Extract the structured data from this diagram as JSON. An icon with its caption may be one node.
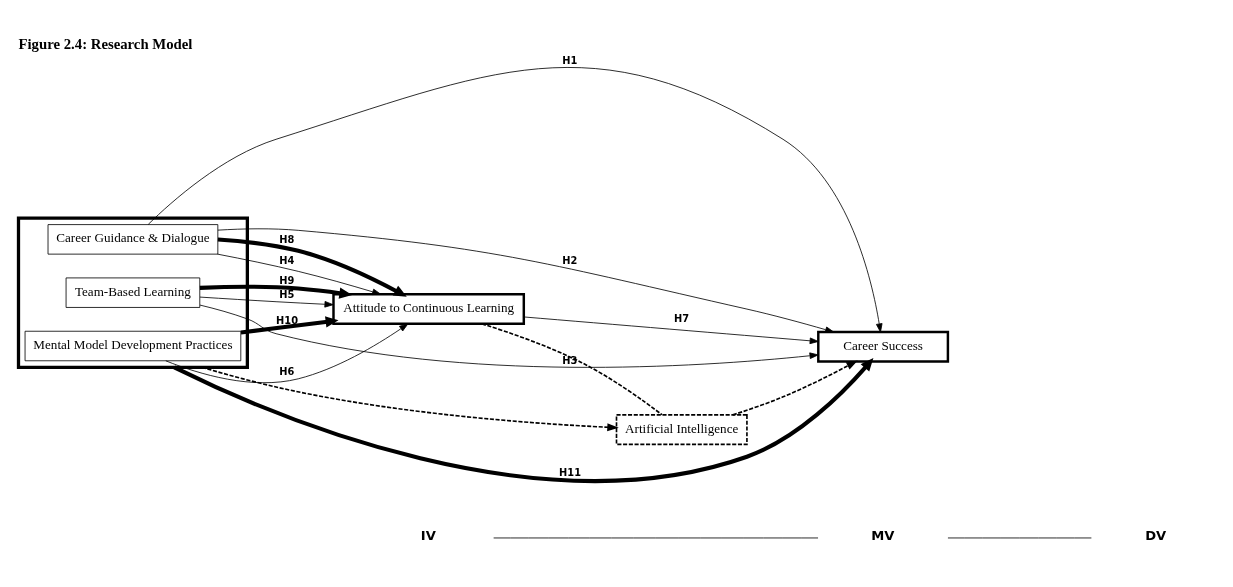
{
  "diagram": {
    "title": "Figure 2.4: Research Model",
    "nodes": [
      {
        "text": [],
        "shape": "box"
      },
      {
        "text": [
          "Career Guidance & Dialogue"
        ],
        "in": 0
      },
      {
        "text": [
          "Team-Based Learning"
        ],
        "in": 0
      },
      {
        "text": [
          "Mental Model Development Practices"
        ],
        "in": 0
      },
      {
        "text": [
          "Career Success"
        ]
      },
      {
        "text": [
          "Attitude to Continuous Learning"
        ]
      },
      {
        "text": [
          "Artificial Intelligence"
        ]
      }
    ],
    "edges": [
      {
        "from": 1,
        "to": 4,
        "arrow": "to",
        "label": "H1"
      },
      {
        "from": 1,
        "to": 4,
        "arrow": "to",
        "label": "H2"
      },
      {
        "from": 2,
        "to": 4,
        "arrow": "to",
        "label": "H3"
      },
      {
        "from": 1,
        "to": 5,
        "arrow": "to",
        "label": "H4"
      },
      {
        "from": 2,
        "to": 5,
        "arrow": "to",
        "label": "H5"
      },
      {
        "from": 3,
        "to": 5,
        "arrow": "to",
        "label": "H6"
      },
      {
        "from": 5,
        "to": 4,
        "arrow": "to",
        "label": "H7"
      },
      {
        "from": 1,
        "to": 5,
        "arrow": "to",
        "label": "H8",
        "style": "thick"
      },
      {
        "from": 2,
        "to": 5,
        "arrow": "to",
        "label": "H9",
        "style": "thick"
      },
      {
        "from": 3,
        "to": 5,
        "arrow": "to",
        "label": "H10",
        "style": "thick"
      },
      {
        "from": 0,
        "to": 4,
        "arrow": "to",
        "label": "H11",
        "style": "thick"
      },
      {
        "from": 0,
        "to": 6,
        "arrow": "to",
        "style": "dashed"
      },
      {
        "from": 6,
        "to": 4,
        "arrow": "to",
        "style": "dashed"
      },
      {
        "from": 5,
        "to": 6,
        "arrow": "none",
        "style": "dashed"
      }
    ],
    "labels": [
      "IV",
      "MV",
      "DV"
    ]
  }
}
